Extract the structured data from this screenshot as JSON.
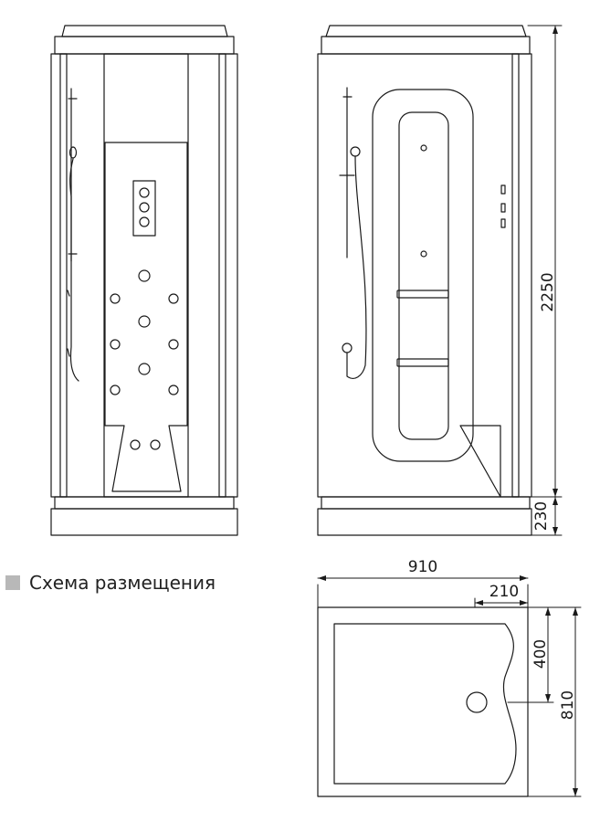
{
  "legend": {
    "label": "Схема размещения",
    "swatch_color": "#b8b8b8"
  },
  "dimensions": {
    "height_total": "2250",
    "base_height": "230",
    "width_total": "910",
    "seat_width": "210",
    "seat_depth": "400",
    "depth_total": "810"
  },
  "colors": {
    "stroke": "#1a1a1a",
    "background": "#ffffff"
  }
}
